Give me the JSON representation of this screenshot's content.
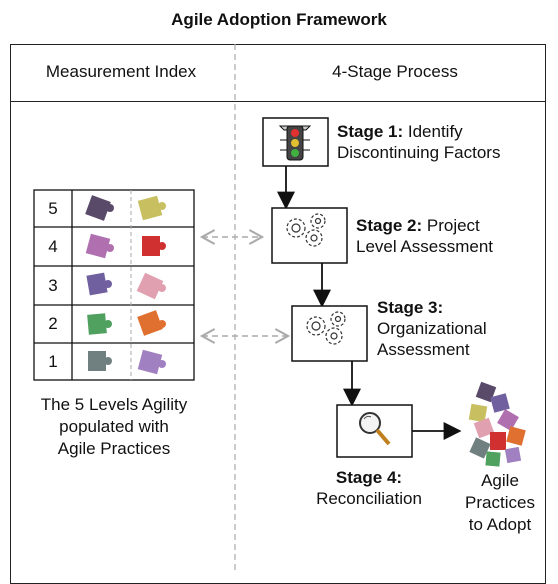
{
  "title": "Agile Adoption Framework",
  "columns": {
    "left": "Measurement Index",
    "right": "4-Stage Process"
  },
  "levels": [
    "5",
    "4",
    "3",
    "2",
    "1"
  ],
  "levels_caption": [
    "The 5 Levels Agility",
    "populated with",
    "Agile Practices"
  ],
  "stages": [
    {
      "label": "Stage 1:",
      "text_1": "Identify",
      "text_2": "Discontinuing Factors"
    },
    {
      "label": "Stage 2:",
      "text_1": "Project",
      "text_2": "Level Assessment"
    },
    {
      "label": "Stage 3:",
      "text_1": "Organizational",
      "text_2": "Assessment"
    },
    {
      "label": "Stage 4:",
      "text_1": "Reconciliation",
      "text_2": ""
    }
  ],
  "output_caption": [
    "Agile",
    "Practices",
    "to Adopt"
  ],
  "colors": {
    "line": "#222222",
    "dashed": "#aaaaaa",
    "puzzle": [
      "#5a4a6a",
      "#c8c060",
      "#b070b0",
      "#d03030",
      "#7060a0",
      "#e0a0b0",
      "#50a060",
      "#e07030",
      "#708080",
      "#a080c0"
    ]
  }
}
